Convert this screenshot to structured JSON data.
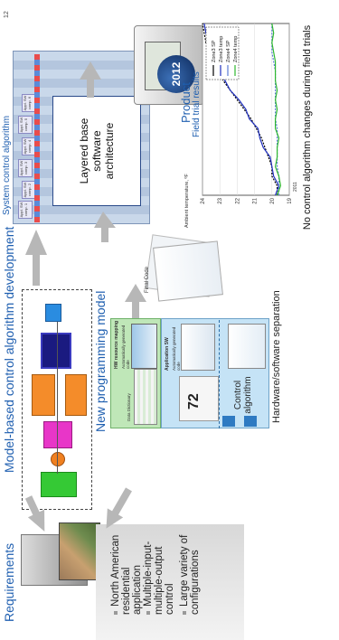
{
  "page_number": "12",
  "sections": {
    "requirements_title": "Requirements",
    "model_based_title": "Model-based control algorithm development",
    "new_model_title": "New programming model",
    "system_control_title": "System control algorithm",
    "product_label": "Product",
    "field_trial_title": "Field trial results",
    "hw_sw_label": "Hardware/software separation",
    "no_change_label": "No control algorithm changes during field trials"
  },
  "requirements_bullets": [
    "North American residential application",
    "Multiple-input-multiple-output control",
    "Large variety of configurations"
  ],
  "programming_model": {
    "hw_resource_mapping": "HW resource mapping",
    "automatically_generated_code_1": "Automatically generated code",
    "data_dictionary": "Data Dictionary",
    "application_sw": "Application SW",
    "automatically_generated_code_2": "Automatically generated code",
    "thermostat_reading": "72",
    "control_algorithm": "Control algorithm",
    "final_code": "Final Code"
  },
  "architecture": {
    "layered_text": "Layered base software architecture",
    "year_badge": "2012",
    "chip_labels": [
      "Appl. SW comp. 1",
      "Appl. SW comp. 2",
      "Appl. SW comp. 3",
      "Appl. SW comp. 4",
      "Appl. SW comp. 5",
      "Appl. SW comp. 6"
    ]
  },
  "chart_data": {
    "type": "line",
    "title": "Field trial results",
    "xlabel": "",
    "ylabel": "Ambient temperature, ºF",
    "y_ticks": [
      "19",
      "20",
      "21",
      "22",
      "23",
      "24"
    ],
    "x_ticks_visible": [
      "2011"
    ],
    "ylim": [
      19,
      24
    ],
    "legend": [
      "Zone3 SP",
      "Zone3 temp",
      "Zone4 SP",
      "Zone4 temp"
    ],
    "series": [
      {
        "name": "Zone3 SP",
        "color": "#000000",
        "values": [
          19.7,
          19.7,
          20.0,
          20.0,
          20.2,
          20.4,
          20.6,
          20.9,
          21.2,
          21.6,
          22.0,
          22.4,
          22.8,
          23.1,
          23.4,
          23.6,
          23.8,
          23.9,
          24.0
        ]
      },
      {
        "name": "Zone3 temp",
        "color": "#1f2fbf",
        "values": [
          19.8,
          19.6,
          19.9,
          20.0,
          20.1,
          20.5,
          20.7,
          20.8,
          21.3,
          21.5,
          21.9,
          22.4,
          22.7,
          23.0,
          23.3,
          23.5,
          23.6,
          23.8,
          23.9
        ]
      },
      {
        "name": "Zone4 SP",
        "color": "#5a7bd6",
        "values": [
          19.6,
          19.6,
          19.6,
          19.7,
          19.7,
          19.7,
          19.7,
          19.7,
          19.8,
          19.8,
          19.8,
          19.8,
          19.8,
          19.8,
          19.9,
          20.0,
          20.0,
          20.0,
          20.0
        ]
      },
      {
        "name": "Zone4 temp",
        "color": "#2eb82e",
        "values": [
          19.7,
          19.5,
          19.6,
          19.8,
          19.7,
          19.7,
          19.6,
          19.8,
          19.8,
          19.7,
          19.8,
          19.7,
          19.8,
          19.8,
          19.8,
          19.9,
          20.0,
          19.9,
          20.0
        ]
      }
    ]
  }
}
